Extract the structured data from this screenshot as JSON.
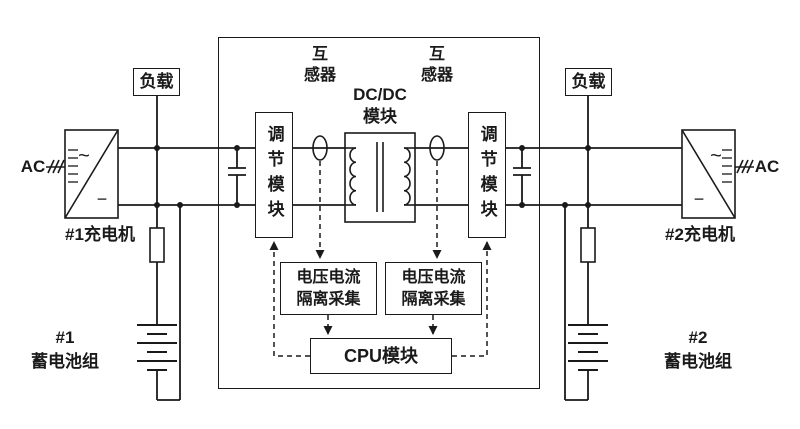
{
  "labels": {
    "ac_left": "AC",
    "ac_right": "AC",
    "load_left": "负载",
    "load_right": "负载",
    "charger_left": "#1充电机",
    "charger_right": "#2充电机",
    "battery_left_no": "#1",
    "battery_left_name": "蓄电池组",
    "battery_right_no": "#2",
    "battery_right_name": "蓄电池组",
    "regulator_left": "调节模块",
    "regulator_right": "调节模块",
    "ct_left_line1": "互",
    "ct_left_line2": "感器",
    "ct_right_line1": "互",
    "ct_right_line2": "感器",
    "dcdc_line1": "DC/DC",
    "dcdc_line2": "模块",
    "acq_left_line1": "电压电流",
    "acq_left_line2": "隔离采集",
    "acq_right_line1": "电压电流",
    "acq_right_line2": "隔离采集",
    "cpu": "CPU模块",
    "converter_ac_symbol": "~",
    "converter_dc_symbol": "−"
  },
  "colors": {
    "line": "#1a1a1a",
    "background": "#ffffff"
  }
}
